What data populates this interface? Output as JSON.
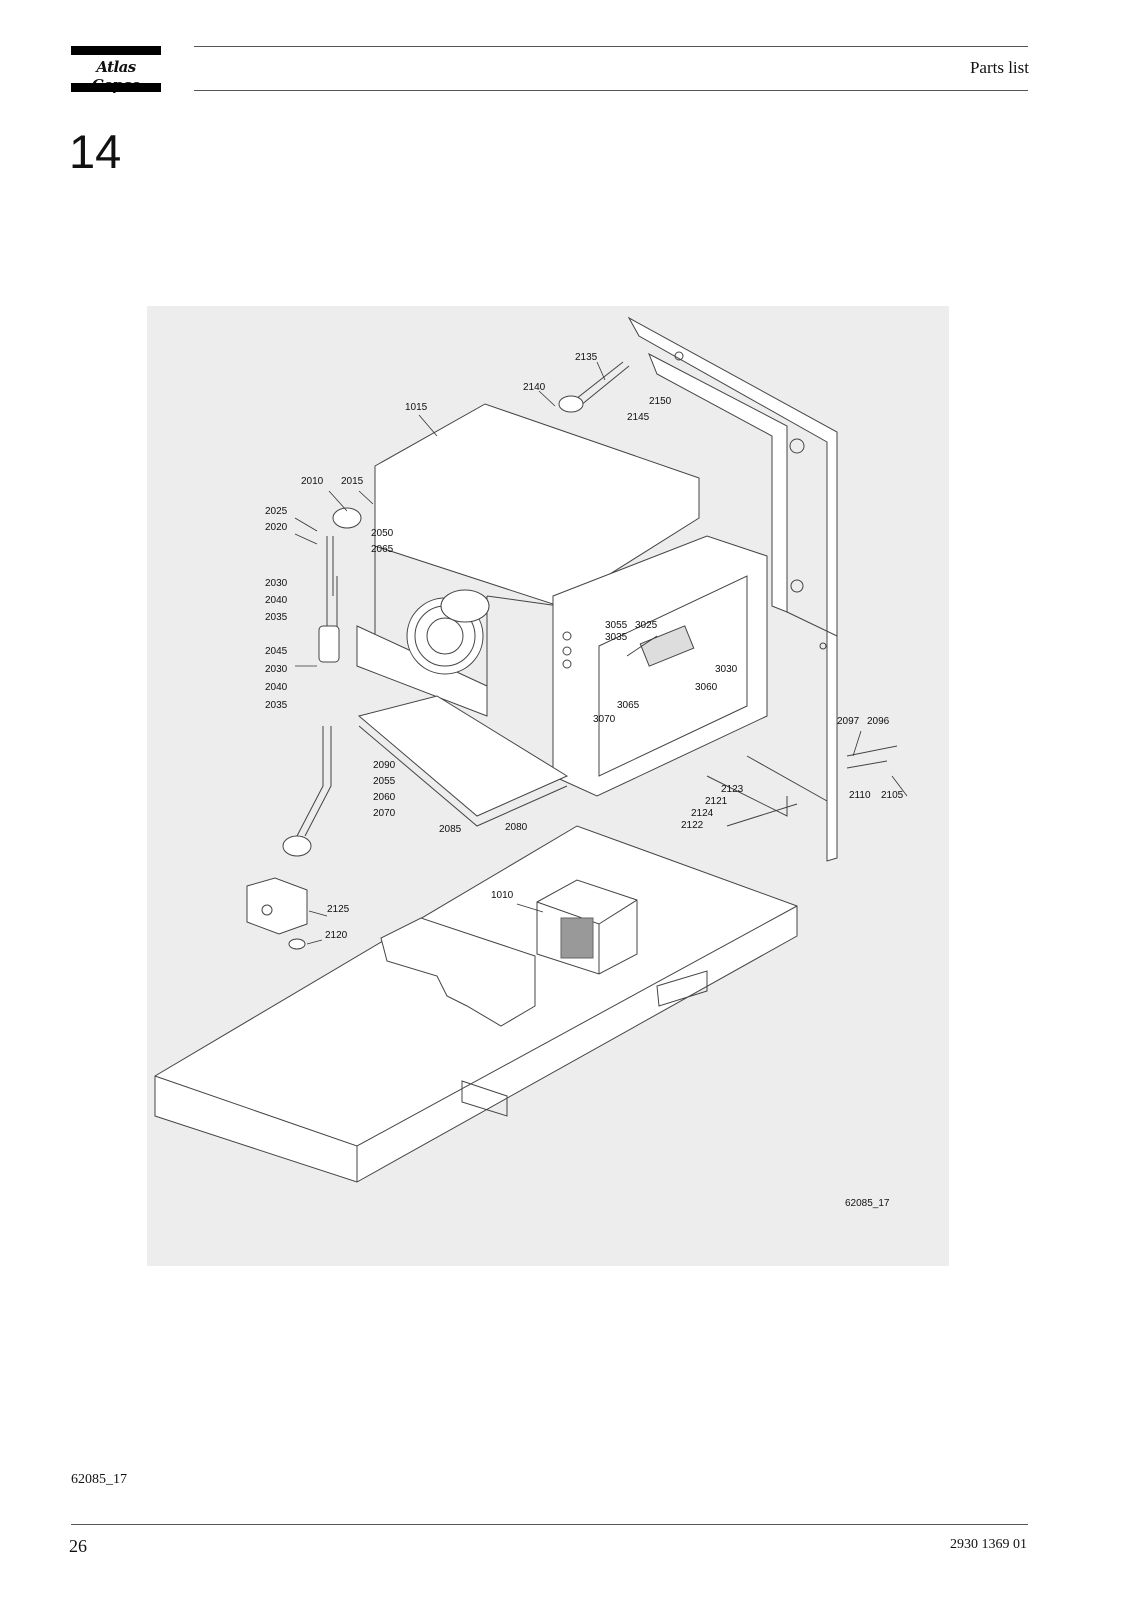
{
  "header": {
    "brand": "Atlas Copco",
    "title": "Parts list"
  },
  "chapter": "14",
  "figure": {
    "id_label": "62085_17",
    "callouts": [
      {
        "id": "c2135",
        "text": "2135"
      },
      {
        "id": "c2140",
        "text": "2140"
      },
      {
        "id": "c2145",
        "text": "2145"
      },
      {
        "id": "c2150",
        "text": "2150"
      },
      {
        "id": "c1015",
        "text": "1015"
      },
      {
        "id": "c2010",
        "text": "2010"
      },
      {
        "id": "c2015",
        "text": "2015"
      },
      {
        "id": "c2025",
        "text": "2025"
      },
      {
        "id": "c2020",
        "text": "2020"
      },
      {
        "id": "c2050",
        "text": "2050"
      },
      {
        "id": "c2065",
        "text": "2065"
      },
      {
        "id": "c2030a",
        "text": "2030"
      },
      {
        "id": "c2040a",
        "text": "2040"
      },
      {
        "id": "c2035a",
        "text": "2035"
      },
      {
        "id": "c2045",
        "text": "2045"
      },
      {
        "id": "c2030b",
        "text": "2030"
      },
      {
        "id": "c2040b",
        "text": "2040"
      },
      {
        "id": "c2035b",
        "text": "2035"
      },
      {
        "id": "c3055",
        "text": "3055"
      },
      {
        "id": "c3025",
        "text": "3025"
      },
      {
        "id": "c3035",
        "text": "3035"
      },
      {
        "id": "c3030",
        "text": "3030"
      },
      {
        "id": "c3060",
        "text": "3060"
      },
      {
        "id": "c3065",
        "text": "3065"
      },
      {
        "id": "c3070",
        "text": "3070"
      },
      {
        "id": "c2097",
        "text": "2097"
      },
      {
        "id": "c2096",
        "text": "2096"
      },
      {
        "id": "c2110",
        "text": "2110"
      },
      {
        "id": "c2105",
        "text": "2105"
      },
      {
        "id": "c2123",
        "text": "2123"
      },
      {
        "id": "c2121",
        "text": "2121"
      },
      {
        "id": "c2124",
        "text": "2124"
      },
      {
        "id": "c2122",
        "text": "2122"
      },
      {
        "id": "c2090",
        "text": "2090"
      },
      {
        "id": "c2055",
        "text": "2055"
      },
      {
        "id": "c2060",
        "text": "2060"
      },
      {
        "id": "c2070",
        "text": "2070"
      },
      {
        "id": "c2085",
        "text": "2085"
      },
      {
        "id": "c2080",
        "text": "2080"
      },
      {
        "id": "c1010",
        "text": "1010"
      },
      {
        "id": "c2125",
        "text": "2125"
      },
      {
        "id": "c2120",
        "text": "2120"
      }
    ]
  },
  "caption": "62085_17",
  "footer": {
    "page_number": "26",
    "doc_number": "2930 1369 01"
  }
}
